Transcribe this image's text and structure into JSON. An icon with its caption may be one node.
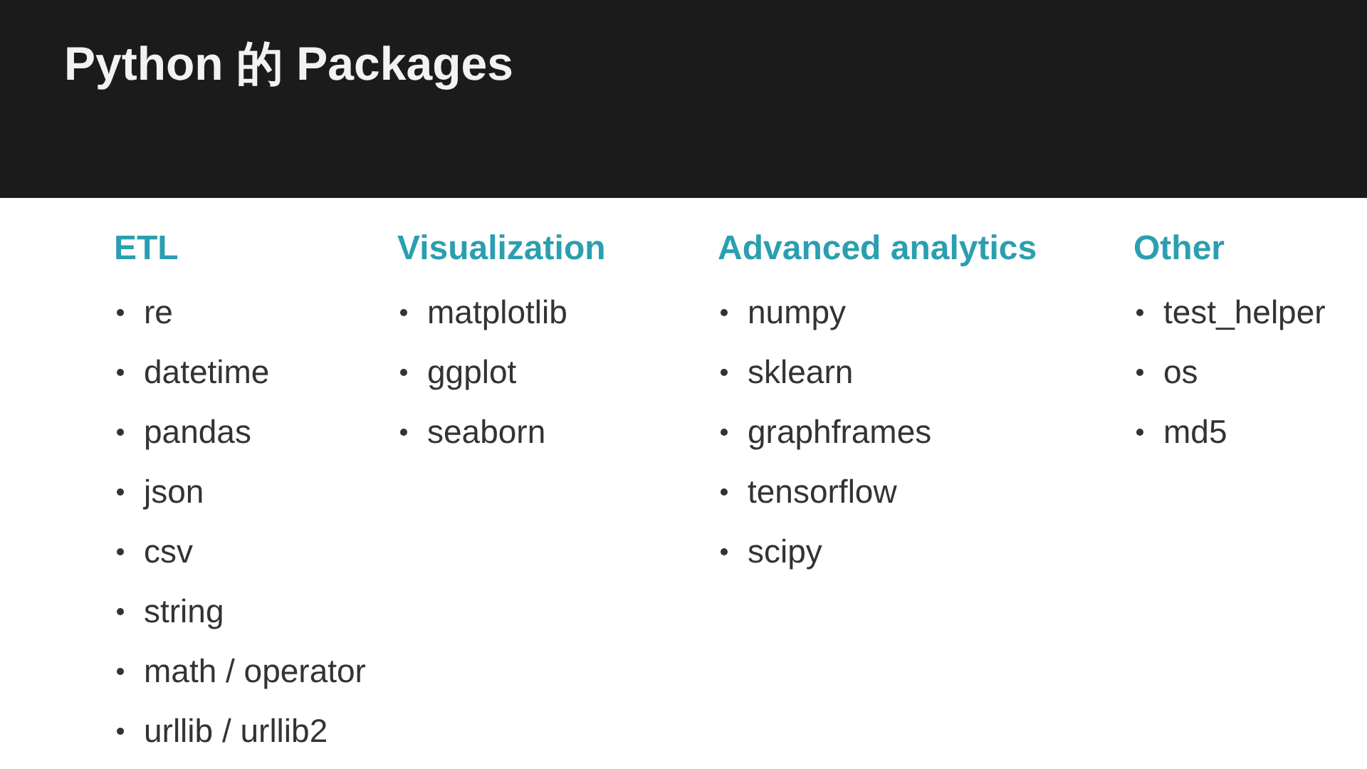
{
  "diagram": {
    "title": "Python 的 Packages",
    "labels": [
      "ETL",
      "re",
      "datetime",
      "pandas",
      "json",
      "csv",
      "string",
      "math / operator",
      "urllib / urllib2",
      "Visualization",
      "matplotlib",
      "ggplot",
      "seaborn",
      "Advanced analytics",
      "numpy",
      "sklearn",
      "graphframes",
      "tensorflow",
      "scipy",
      "Other",
      "test_helper",
      "os",
      "md5"
    ]
  }
}
